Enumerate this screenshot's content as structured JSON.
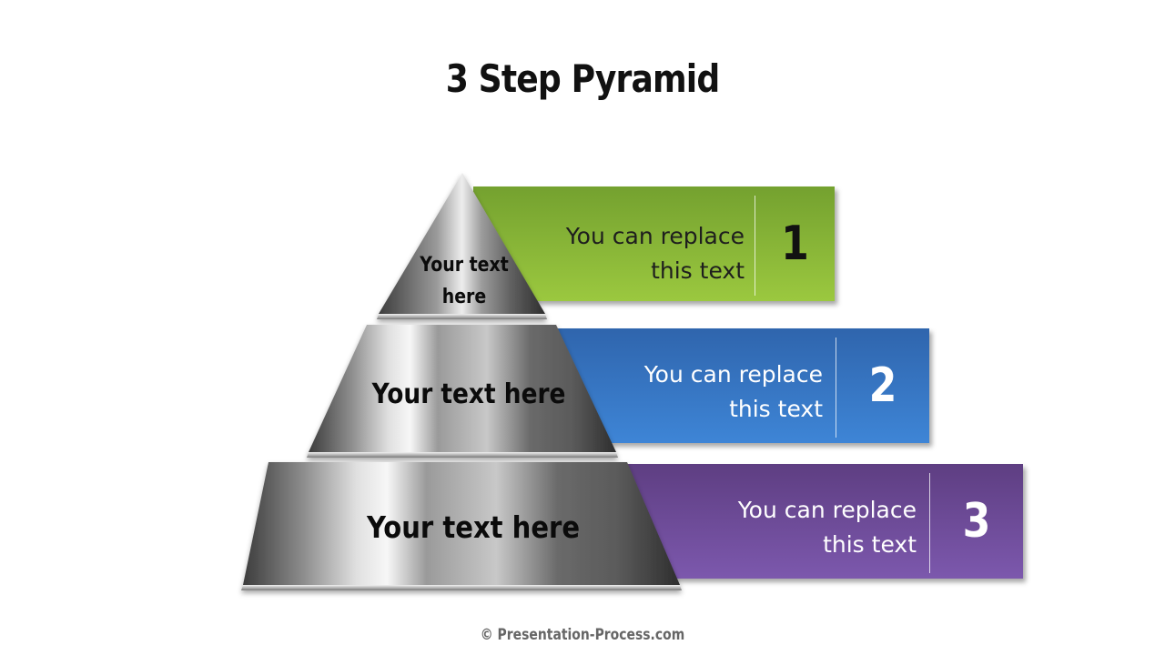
{
  "title": "3 Step Pyramid",
  "pyramid": [
    {
      "label": "Your text here"
    },
    {
      "label": "Your text here"
    },
    {
      "label": "Your text here"
    }
  ],
  "steps": [
    {
      "text": "You can replace this text",
      "number": "1",
      "color": "#8cba3a"
    },
    {
      "text": "You can replace this text",
      "number": "2",
      "color": "#3875c2"
    },
    {
      "text": "You can replace this text",
      "number": "3",
      "color": "#6f4d9c"
    }
  ],
  "footer": "© Presentation-Process.com"
}
